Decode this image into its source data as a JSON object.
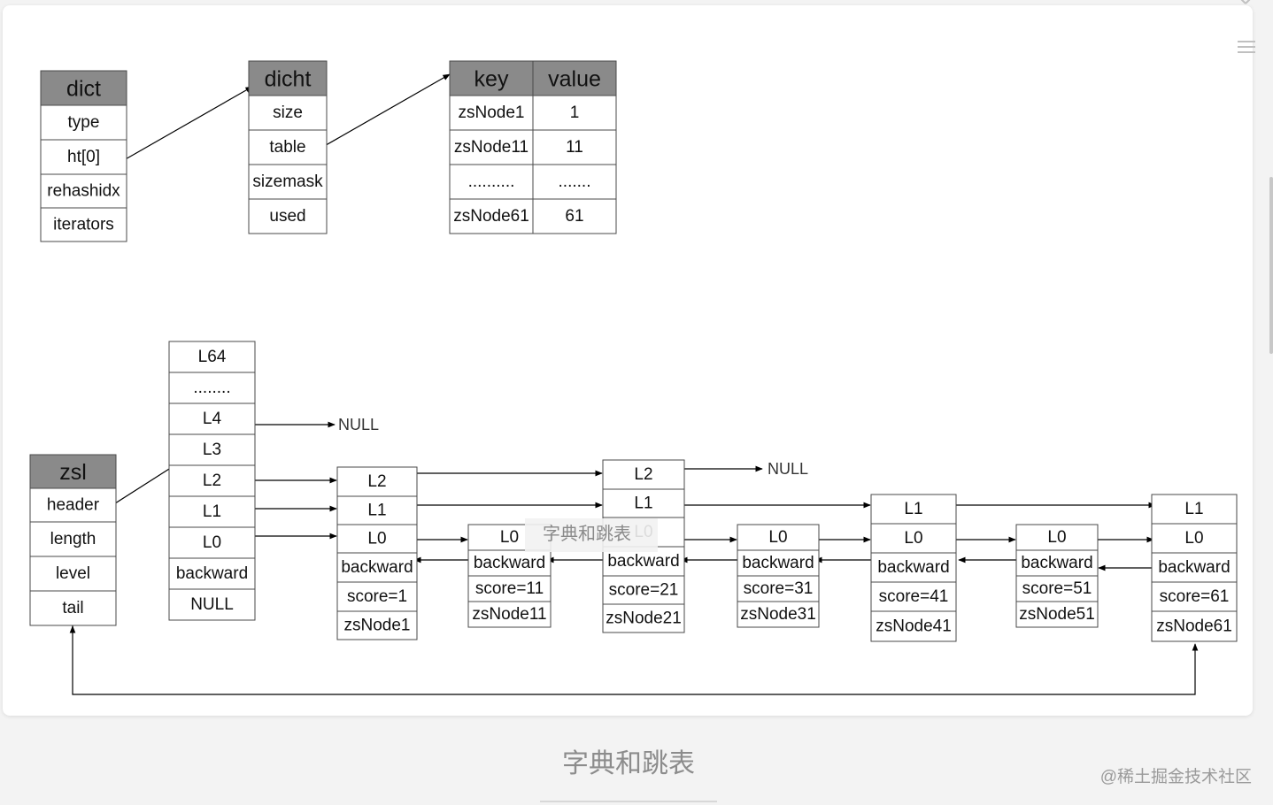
{
  "dict": {
    "title": "dict",
    "fields": [
      "type",
      "ht[0]",
      "rehashidx",
      "iterators"
    ]
  },
  "dictht": {
    "title": "dicht",
    "fields": [
      "size",
      "table",
      "sizemask",
      "used"
    ]
  },
  "hashtable": {
    "headers": [
      "key",
      "value"
    ],
    "rows": [
      [
        "zsNode1",
        "1"
      ],
      [
        "zsNode11",
        "11"
      ],
      [
        "..........",
        "......."
      ],
      [
        "zsNode61",
        "61"
      ]
    ]
  },
  "zsl": {
    "title": "zsl",
    "fields": [
      "header",
      "length",
      "level",
      "tail"
    ]
  },
  "header_node": {
    "fields": [
      "L64",
      "........",
      "L4",
      "L3",
      "L2",
      "L1",
      "L0",
      "backward",
      "NULL"
    ]
  },
  "null_label": "NULL",
  "nodes": [
    {
      "fields": [
        "L2",
        "L1",
        "L0",
        "backward",
        "score=1",
        "zsNode1"
      ]
    },
    {
      "fields": [
        "L0",
        "backward",
        "score=11",
        "zsNode11"
      ]
    },
    {
      "fields": [
        "L2",
        "L1",
        "L0",
        "backward",
        "score=21",
        "zsNode21"
      ]
    },
    {
      "fields": [
        "L0",
        "backward",
        "score=31",
        "zsNode31"
      ]
    },
    {
      "fields": [
        "L1",
        "L0",
        "backward",
        "score=41",
        "zsNode41"
      ]
    },
    {
      "fields": [
        "L0",
        "backward",
        "score=51",
        "zsNode51"
      ]
    },
    {
      "fields": [
        "L1",
        "L0",
        "backward",
        "score=61",
        "zsNode61"
      ]
    }
  ],
  "tooltip": "字典和跳表",
  "caption": "字典和跳表",
  "watermark": "@稀土掘金技术社区",
  "colors": {
    "header_fill": "#8a8a8a",
    "border": "#4a4a4a",
    "line": "#000000",
    "caption": "#8c8c8c"
  },
  "icons": [
    "menu-icon",
    "close-icon"
  ]
}
